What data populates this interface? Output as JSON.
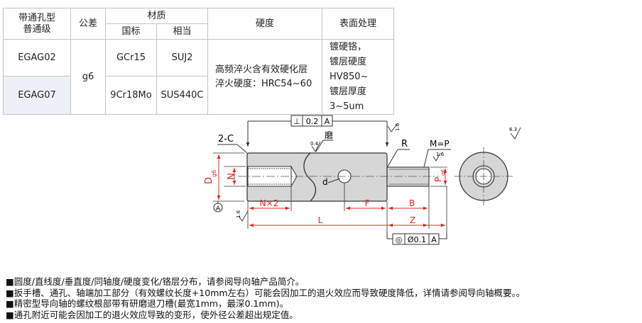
{
  "table": {
    "headers": {
      "type": "带通孔型\n普通级",
      "tolerance": "公差",
      "material": "材质",
      "material_cn": "国标",
      "material_equiv": "相当",
      "hardness": "硬度",
      "surface": "表面处理"
    },
    "rows": [
      {
        "type": "EGAG02",
        "cn": "GCr15",
        "equiv": "SUJ2"
      },
      {
        "type": "EGAG07",
        "cn": "9Cr18Mo",
        "equiv": "SUS440C"
      }
    ],
    "tolerance_value": "g6",
    "hardness_text": "高频淬火含有效硬化层\n淬火硬度：HRC54~60",
    "surface_text": "镀硬铬，\n镀层硬度HV850~\n镀层厚度3~5um"
  },
  "drawing": {
    "perp_symbol": "⊥",
    "perp_value": "0.2",
    "perp_datum": "A",
    "chamfer": "2-C",
    "grind": "磨",
    "roughness_04": "0.4",
    "roughness_16_a": "1.6",
    "roughness_16_b": "1.6",
    "roughness_16_c": "1.6",
    "roughness_63": "6.3",
    "r_label": "R",
    "m_label": "M=P",
    "d_main": "D",
    "d_main_sub": "g6",
    "n_label": "N",
    "d_hole": "d",
    "p_label": "P",
    "p_sub": "g6",
    "datum_a": "A",
    "n2_label": "N×2",
    "f_label": "F",
    "b_label": "B",
    "l_label": "L",
    "z_label": "Z",
    "conc_symbol": "◎",
    "conc_value": "Ø0.1",
    "conc_datum": "A"
  },
  "notes": [
    "■圆度/直线度/垂直度/同轴度/硬度变化/铬层分布，请参阅导向轴产品简介。",
    "■扳手槽、通孔、轴端加工部分（有效螺纹长度+10mm左右）可能会因加工的退火效应而导致硬度降低，详情请参阅导向轴概要。。",
    "■精密型导向轴的螺纹根部带有研磨退刀槽(最宽1mm，最深0.1mm)。",
    "■通孔附近可能会因加工的退火效应导致的变形，使外径公差超出规定值。"
  ]
}
